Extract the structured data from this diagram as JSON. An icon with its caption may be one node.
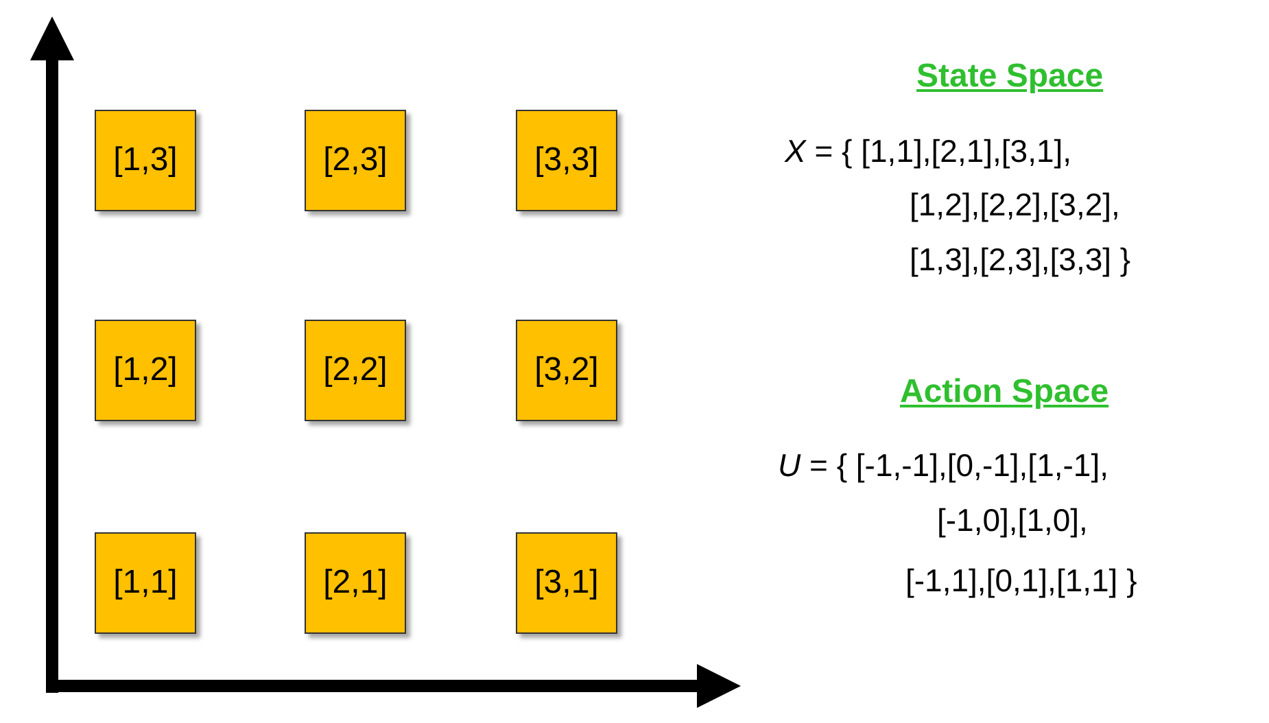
{
  "diagram": {
    "nodes": [
      {
        "text": [
          "[1,3]"
        ]
      },
      {
        "text": [
          "[2,3]"
        ]
      },
      {
        "text": [
          "[3,3]"
        ]
      },
      {
        "text": [
          "[1,2]"
        ]
      },
      {
        "text": [
          "[2,2]"
        ]
      },
      {
        "text": [
          "[3,2]"
        ]
      },
      {
        "text": [
          "[1,1]"
        ]
      },
      {
        "text": [
          "[2,1]"
        ]
      },
      {
        "text": [
          "[3,1]"
        ]
      }
    ],
    "edges": [],
    "labels": [
      "State Space",
      "*X* = {  [1,1],[2,1],[3,1],",
      "[1,2],[2,2],[3,2],",
      "[1,3],[2,3],[3,3]  }",
      "Action Space",
      "*U* = {  [-1,-1],[0,-1],[1,-1],",
      "[-1,0],[1,0],",
      "[-1,1],[0,1],[1,1]  }"
    ]
  }
}
